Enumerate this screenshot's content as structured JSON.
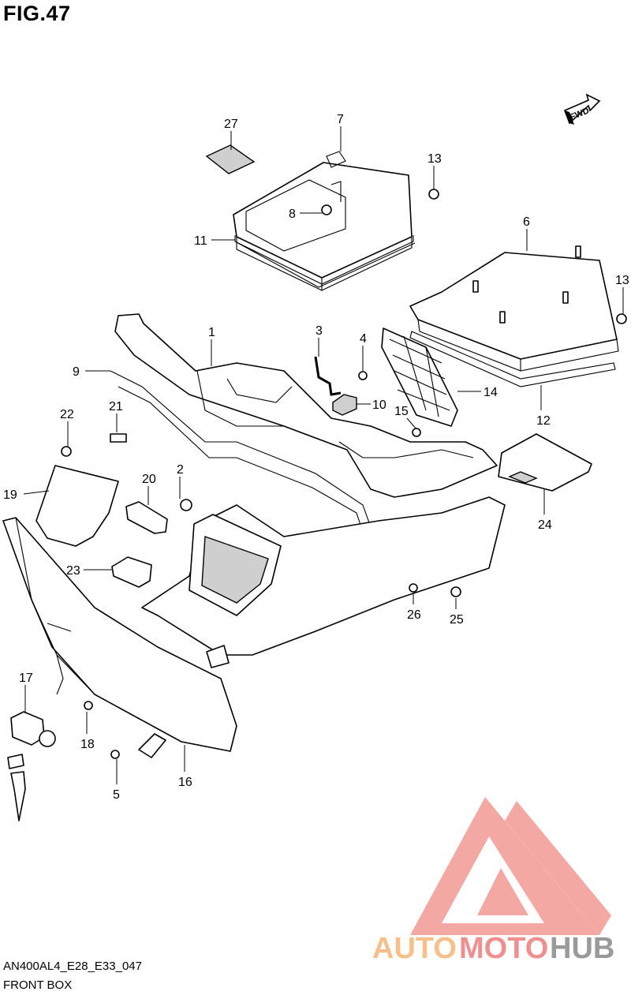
{
  "figure": {
    "title": "FIG.47",
    "model_code": "AN400AL4_E28_E33_047",
    "caption": "FRONT BOX"
  },
  "direction_arrow": {
    "label": "FWD"
  },
  "watermark": {
    "text_orange": "AUTO",
    "text_red": "MOTO",
    "text_grey": "HUB",
    "colors": {
      "orange": "#f7c08a",
      "red": "#f08f8f",
      "grey": "#9a9a9a"
    }
  },
  "callouts": {
    "c1": "1",
    "c2": "2",
    "c3": "3",
    "c4": "4",
    "c5": "5",
    "c6": "6",
    "c7": "7",
    "c8": "8",
    "c9": "9",
    "c10": "10",
    "c11": "11",
    "c12": "12",
    "c13a": "13",
    "c13b": "13",
    "c14": "14",
    "c15": "15",
    "c16": "16",
    "c17": "17",
    "c18": "18",
    "c19": "19",
    "c20": "20",
    "c21": "21",
    "c22": "22",
    "c23": "23",
    "c24": "24",
    "c25": "25",
    "c26": "26",
    "c27": "27"
  }
}
